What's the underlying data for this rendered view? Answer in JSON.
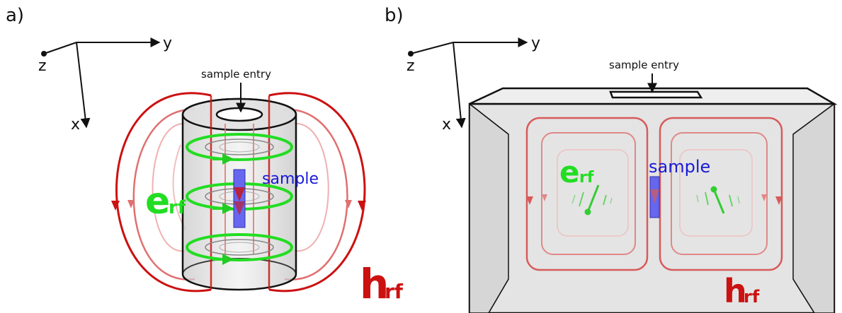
{
  "panels": [
    {
      "id": "a",
      "label": "a)",
      "axes": {
        "x": "x",
        "y": "y",
        "z": "z"
      },
      "entry_label": "sample entry",
      "sample_label": "sample",
      "e_field": {
        "main": "e",
        "sub": "rf"
      },
      "h_field": {
        "main": "h",
        "sub": "rf"
      }
    },
    {
      "id": "b",
      "label": "b)",
      "axes": {
        "x": "x",
        "y": "y",
        "z": "z"
      },
      "entry_label": "sample entry",
      "sample_label": "sample",
      "e_field": {
        "main": "e",
        "sub": "rf"
      },
      "h_field": {
        "main": "h",
        "sub": "rf"
      }
    }
  ],
  "colors": {
    "e_field": "#22dd22",
    "h_field": "#cc1111",
    "h_field_light": "#e07070",
    "sample": "#6666ee",
    "sample_text": "#1a1ad8",
    "resonator_fill": "#e4e4e4",
    "outline": "#111111"
  }
}
